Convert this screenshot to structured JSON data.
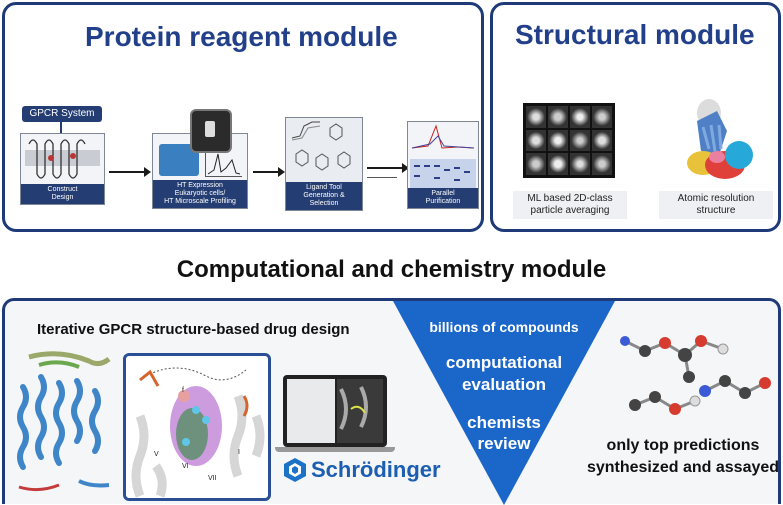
{
  "protein_module": {
    "title": "Protein reagent module",
    "gpcr_label": "GPCR System",
    "steps": [
      {
        "caption_1": "Construct",
        "caption_2": "Design"
      },
      {
        "caption_1": "HT Expression",
        "caption_2": "Eukaryotic cells/",
        "caption_3": "HT Microscale Profiling"
      },
      {
        "caption_1": "Ligand Tool",
        "caption_2": "Generation &",
        "caption_3": "Selection"
      },
      {
        "caption_1": "Parallel",
        "caption_2": "Purification"
      }
    ]
  },
  "structural_module": {
    "title": "Structural module",
    "left_caption_1": "ML based 2D-class",
    "left_caption_2": "particle averaging",
    "right_caption_1": "Atomic resolution",
    "right_caption_2": "structure"
  },
  "computational_module": {
    "title": "Computational and chemistry module",
    "subtitle": "Iterative GPCR structure-based drug design",
    "software": "Schrödinger",
    "funnel": [
      "billions of compounds",
      "computational",
      "evaluation",
      "chemists",
      "review"
    ],
    "result_1": "only top predictions",
    "result_2": "synthesized and assayed"
  },
  "colors": {
    "navy": "#1f3a78",
    "funnel": "#1b66c9",
    "title": "#22408a"
  }
}
